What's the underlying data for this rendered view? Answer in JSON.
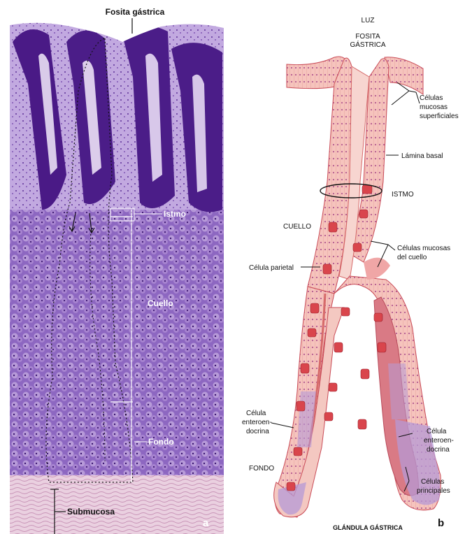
{
  "panel_a": {
    "letter": "a",
    "labels": {
      "fosita": "Fosita gástrica",
      "istmo": "Istmo",
      "cuello": "Cuello",
      "fondo": "Fondo",
      "submucosa": "Submucosa"
    }
  },
  "panel_b": {
    "letter": "b",
    "labels": {
      "luz": "LUZ",
      "fosita_1": "FOSITA",
      "fosita_2": "GÁSTRICA",
      "celulas_mucosas_1": "Células",
      "celulas_mucosas_2": "mucosas",
      "celulas_mucosas_3": "superficiales",
      "lamina_basal": "Lámina basal",
      "istmo": "ISTMO",
      "cuello": "CUELLO",
      "mucosas_cuello_1": "Células mucosas",
      "mucosas_cuello_2": "del cuello",
      "celula_parietal": "Célula parietal",
      "entero_left_1": "Célula",
      "entero_left_2": "enteroen-",
      "entero_left_3": "docrina",
      "entero_right_1": "Célula",
      "entero_right_2": "enteroen-",
      "entero_right_3": "docrina",
      "fondo": "FONDO",
      "principales_1": "Células",
      "principales_2": "principales",
      "glandula": "GLÁNDULA GÁSTRICA"
    }
  },
  "colors": {
    "histo_dark": "#4b1d86",
    "histo_mid": "#7a4fae",
    "histo_light": "#c9b6e2",
    "submucosa": "#e7c9dc",
    "epithelium": "#f2b9b3",
    "epithelium_line": "#c94b57",
    "parietal": "#d9454c",
    "chief": "#a883c9",
    "lumen": "#f6dcd6"
  }
}
